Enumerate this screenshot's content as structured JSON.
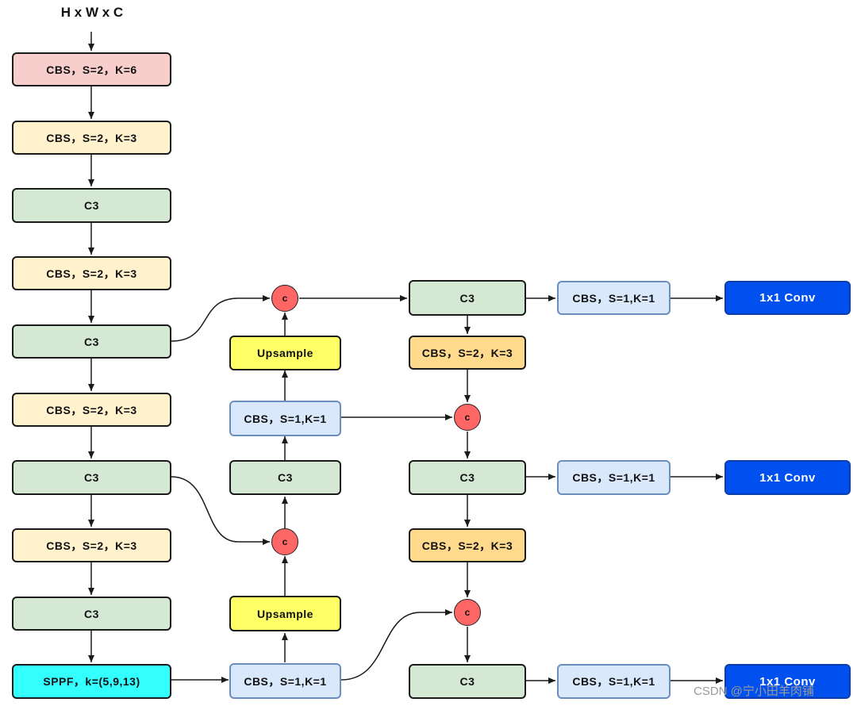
{
  "title": "H x W x C",
  "colors": {
    "cbs_first": "#f8cecc",
    "cbs": "#fff2cc",
    "c3": "#d5e8d4",
    "sppf": "#33ffff",
    "cbs_light": "#dae8fc",
    "upsample": "#ffff66",
    "cbs_down": "#ffd98c",
    "conv": "#0050ef",
    "concat": "#ff6666"
  },
  "nodes": {
    "b1": "CBS，S=2，K=6",
    "b2": "CBS，S=2，K=3",
    "b3": "C3",
    "b4": "CBS，S=2，K=3",
    "b5": "C3",
    "b6": "CBS，S=2，K=3",
    "b7": "C3",
    "b8": "CBS，S=2，K=3",
    "b9": "C3",
    "sppf": "SPPF，k=(5,9,13)",
    "n_up1": "Upsample",
    "n_cbs1": "CBS，S=1,K=1",
    "n_c3": "C3",
    "n_up2": "Upsample",
    "n_cbs2": "CBS，S=1,K=1",
    "h_c3_1": "C3",
    "h_down1": "CBS，S=2，K=3",
    "h_c3_2": "C3",
    "h_down2": "CBS，S=2，K=3",
    "h_c3_3": "C3",
    "o_cbs1": "CBS，S=1,K=1",
    "o_cbs2": "CBS，S=1,K=1",
    "o_cbs3": "CBS，S=1,K=1",
    "conv1": "1x1 Conv",
    "conv2": "1x1 Conv",
    "conv3": "1x1 Conv"
  },
  "concat_label": "c",
  "watermark": "CSDN @宁小田羊肉铺"
}
